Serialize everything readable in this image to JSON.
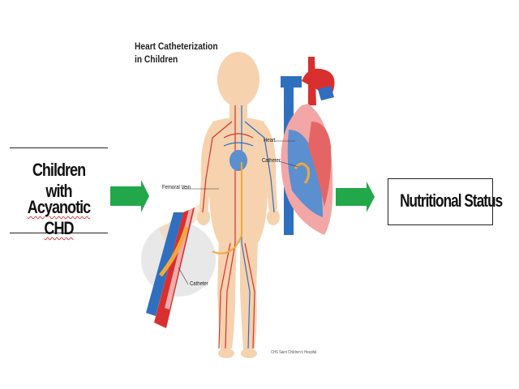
{
  "left_box": {
    "line1": "Children with",
    "line2": "Acyanotic CHD"
  },
  "right_box": {
    "text": "Nutritional Status"
  },
  "illustration": {
    "title_line1": "Heart Catheterization",
    "title_line2": "in Children",
    "labels": {
      "femoral_vein": "Femoral Vein",
      "catheter_leg": "Catheter",
      "heart": "Heart",
      "catheter_heart": "Catheter"
    },
    "credit": "CHS Saint Children's Hospital"
  },
  "colors": {
    "arrow": "#22a84a",
    "skin": "#f6d2ae",
    "artery": "#d9302f",
    "vein": "#2f6fbf",
    "heart_pink": "#f2a6a6",
    "heart_blue": "#5b8fd0",
    "catheter": "#f0a93a"
  }
}
